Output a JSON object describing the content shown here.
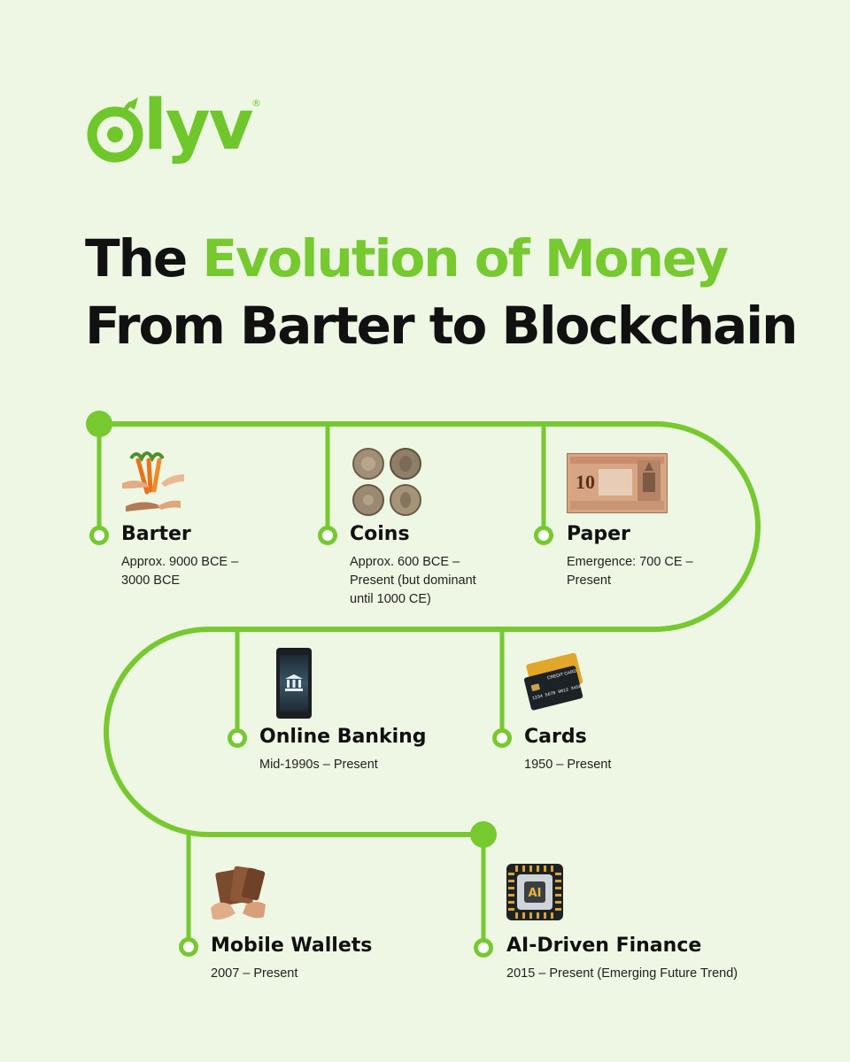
{
  "brand": {
    "name": "lyv",
    "registered_mark": "®",
    "colors": {
      "primary": "#76c92f",
      "dark": "#111111",
      "background": "#eef7e4"
    }
  },
  "title": {
    "word1": "The",
    "accent": "Evolution of Money",
    "line2": "From Barter to Blockchain"
  },
  "milestones": [
    {
      "label": "Barter",
      "date": "Approx. 9000 BCE – 3000 BCE",
      "icon": "barter-vegetables-icon"
    },
    {
      "label": "Coins",
      "date": "Approx. 600 BCE – Present (but dominant until 1000 CE)",
      "icon": "coins-icon"
    },
    {
      "label": "Paper",
      "date": "Emergence: 700 CE – Present",
      "icon": "banknote-icon"
    },
    {
      "label": "Online Banking",
      "date": "Mid-1990s – Present",
      "icon": "phone-bank-icon"
    },
    {
      "label": "Cards",
      "date": "1950 – Present",
      "icon": "credit-card-icon"
    },
    {
      "label": "Mobile Wallets",
      "date": "2007 – Present",
      "icon": "wallet-icon"
    },
    {
      "label": "AI-Driven Finance",
      "date": "2015 – Present (Emerging Future Trend)",
      "icon": "ai-chip-icon"
    }
  ],
  "illustration_text": {
    "banknote_value": "10",
    "card_title": "CREDIT CARD",
    "card_number": "1234 5678 9012 3456",
    "chip_label": "AI"
  }
}
